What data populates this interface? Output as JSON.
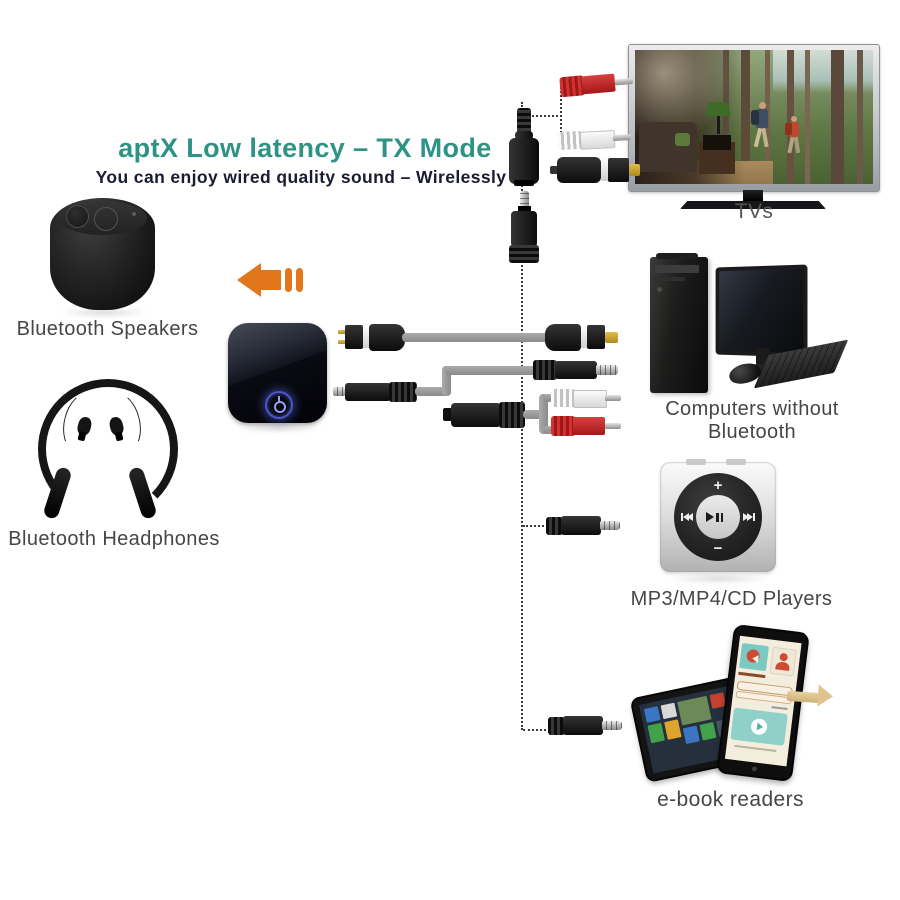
{
  "header": {
    "title": "aptX Low latency – TX Mode",
    "subtitle": "You can enjoy wired quality sound – Wirelessly"
  },
  "devices": {
    "left": [
      {
        "key": "bluetooth-speakers",
        "label": "Bluetooth Speakers"
      },
      {
        "key": "bluetooth-headphones",
        "label": "Bluetooth Headphones"
      }
    ],
    "right": [
      {
        "key": "tvs",
        "label": "TVs"
      },
      {
        "key": "computers",
        "label": "Computers without Bluetooth"
      },
      {
        "key": "mp3-players",
        "label": "MP3/MP4/CD Players"
      },
      {
        "key": "ebook-readers",
        "label": "e-book readers"
      }
    ]
  },
  "ipod_controls": {
    "plus": "+",
    "minus": "−"
  },
  "icons": {
    "tx_direction": "left-arrow-icon",
    "transmitter_power": "power-icon",
    "ipod_play_pause": "play-pause-icon",
    "ipod_previous": "previous-track-icon",
    "ipod_next": "next-track-icon",
    "ipod_volume_up": "plus-icon",
    "ipod_volume_down": "minus-icon",
    "ebook_play": "play-icon"
  },
  "connections": {
    "cables": [
      "optical-toslink-cable",
      "3.5mm-aux-cable",
      "3.5mm-female-to-rca-y-adapter"
    ],
    "tv_inputs": [
      "rca-red-plug",
      "rca-white-plug",
      "toslink-plug"
    ],
    "portable_inputs": [
      "3.5mm-jack",
      "3.5mm-jack"
    ]
  },
  "colors": {
    "title": "#2d9384",
    "subtitle": "#1a1a33",
    "arrow_orange": "#e2761b",
    "label_gray": "#464646",
    "rca_red": "#c92b2b",
    "rca_white": "#f2f2f2",
    "cable_gray": "#9a9a9a",
    "toslink_gold": "#c9a227",
    "power_glow": "#4a57c8"
  }
}
